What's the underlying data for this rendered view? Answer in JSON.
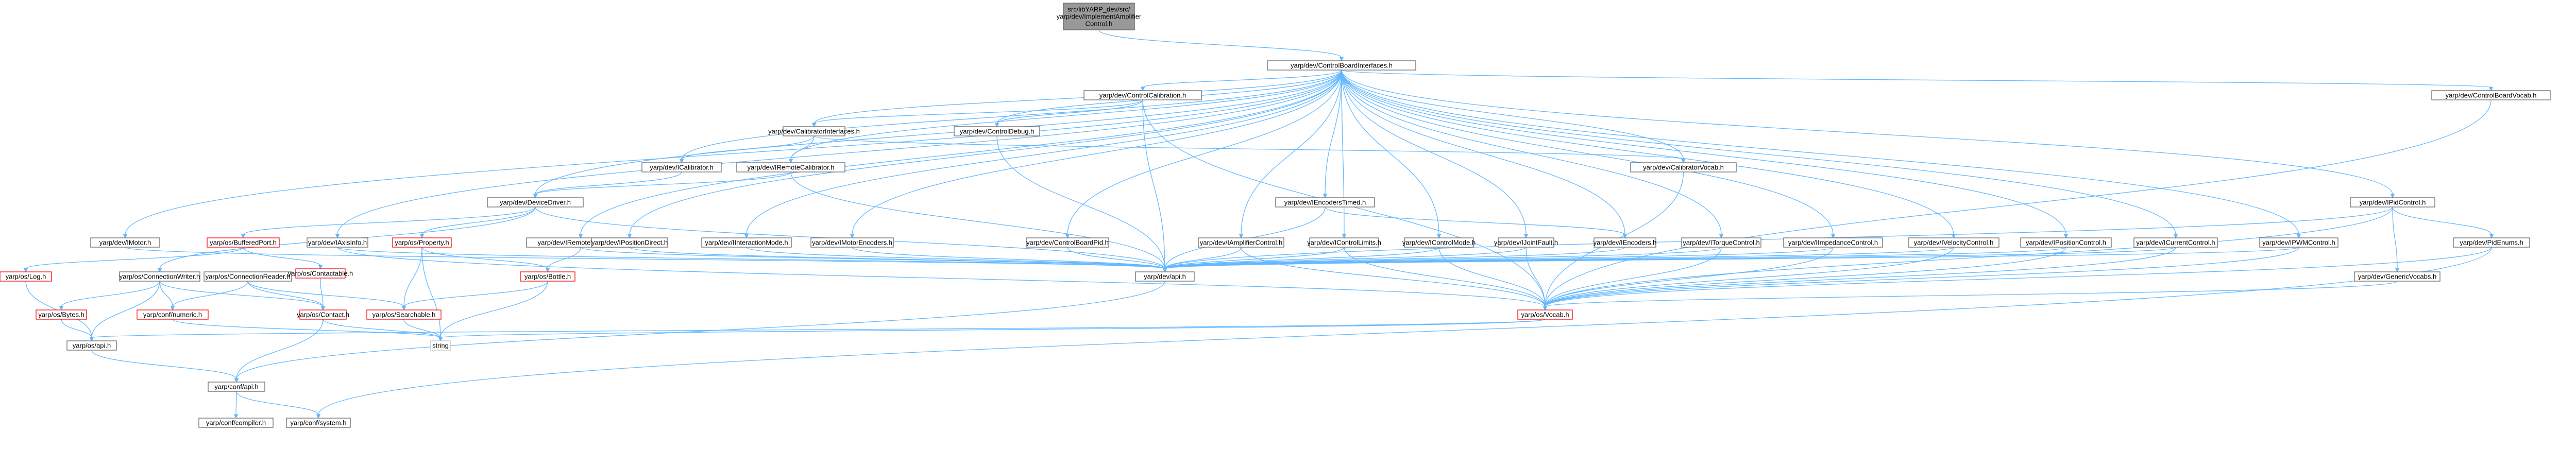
{
  "colors": {
    "edge": "#63b8ff",
    "root_fill": "#999999",
    "node_border": "#666666",
    "missing_border": "#bfbfbf",
    "incomplete_border": "#ff0000"
  },
  "nodes": [
    {
      "id": "root",
      "label": [
        "src/libYARP_dev/src/",
        "yarp/dev/ImplementAmplifier",
        "Control.h"
      ],
      "kind": "root"
    },
    {
      "id": "cbi",
      "label": [
        "yarp/dev/ControlBoardInterfaces.h"
      ],
      "kind": "plain"
    },
    {
      "id": "ccal",
      "label": [
        "yarp/dev/ControlCalibration.h"
      ],
      "kind": "plain"
    },
    {
      "id": "cbvocab",
      "label": [
        "yarp/dev/ControlBoardVocab.h"
      ],
      "kind": "plain"
    },
    {
      "id": "calif",
      "label": [
        "yarp/dev/CalibratorInterfaces.h"
      ],
      "kind": "plain"
    },
    {
      "id": "cdebug",
      "label": [
        "yarp/dev/ControlDebug.h"
      ],
      "kind": "plain"
    },
    {
      "id": "ical",
      "label": [
        "yarp/dev/ICalibrator.h"
      ],
      "kind": "plain"
    },
    {
      "id": "irc",
      "label": [
        "yarp/dev/IRemoteCalibrator.h"
      ],
      "kind": "plain"
    },
    {
      "id": "calvocab",
      "label": [
        "yarp/dev/CalibratorVocab.h"
      ],
      "kind": "plain"
    },
    {
      "id": "dd",
      "label": [
        "yarp/dev/DeviceDriver.h"
      ],
      "kind": "plain"
    },
    {
      "id": "encT",
      "label": [
        "yarp/dev/IEncodersTimed.h"
      ],
      "kind": "plain"
    },
    {
      "id": "pid",
      "label": [
        "yarp/dev/IPidControl.h"
      ],
      "kind": "plain"
    },
    {
      "id": "imotor",
      "label": [
        "yarp/dev/IMotor.h"
      ],
      "kind": "plain"
    },
    {
      "id": "bport",
      "label": [
        "yarp/os/BufferedPort.h"
      ],
      "kind": "red"
    },
    {
      "id": "iaxis",
      "label": [
        "yarp/dev/IAxisInfo.h"
      ],
      "kind": "plain"
    },
    {
      "id": "prop",
      "label": [
        "yarp/os/Property.h"
      ],
      "kind": "red"
    },
    {
      "id": "irv",
      "label": [
        "yarp/dev/IRemoteVariables.h"
      ],
      "kind": "plain"
    },
    {
      "id": "ipd",
      "label": [
        "yarp/dev/IPositionDirect.h"
      ],
      "kind": "plain"
    },
    {
      "id": "iim",
      "label": [
        "yarp/dev/IInteractionMode.h"
      ],
      "kind": "plain"
    },
    {
      "id": "ime",
      "label": [
        "yarp/dev/IMotorEncoders.h"
      ],
      "kind": "plain"
    },
    {
      "id": "cbpid",
      "label": [
        "yarp/dev/ControlBoardPid.h"
      ],
      "kind": "plain"
    },
    {
      "id": "iamp",
      "label": [
        "yarp/dev/IAmplifierControl.h"
      ],
      "kind": "plain"
    },
    {
      "id": "icl",
      "label": [
        "yarp/dev/IControlLimits.h"
      ],
      "kind": "plain"
    },
    {
      "id": "icm",
      "label": [
        "yarp/dev/IControlMode.h"
      ],
      "kind": "plain"
    },
    {
      "id": "ijf",
      "label": [
        "yarp/dev/IJointFault.h"
      ],
      "kind": "plain"
    },
    {
      "id": "ienc",
      "label": [
        "yarp/dev/IEncoders.h"
      ],
      "kind": "plain"
    },
    {
      "id": "itc",
      "label": [
        "yarp/dev/ITorqueControl.h"
      ],
      "kind": "plain"
    },
    {
      "id": "iic",
      "label": [
        "yarp/dev/IImpedanceControl.h"
      ],
      "kind": "plain"
    },
    {
      "id": "ivc",
      "label": [
        "yarp/dev/IVelocityControl.h"
      ],
      "kind": "plain"
    },
    {
      "id": "ipc",
      "label": [
        "yarp/dev/IPositionControl.h"
      ],
      "kind": "plain"
    },
    {
      "id": "icc",
      "label": [
        "yarp/dev/ICurrentControl.h"
      ],
      "kind": "plain"
    },
    {
      "id": "ipwm",
      "label": [
        "yarp/dev/IPWMControl.h"
      ],
      "kind": "plain"
    },
    {
      "id": "pidenums",
      "label": [
        "yarp/dev/PidEnums.h"
      ],
      "kind": "plain"
    },
    {
      "id": "log",
      "label": [
        "yarp/os/Log.h"
      ],
      "kind": "red"
    },
    {
      "id": "iconnw",
      "label": [
        "yarp/os/ConnectionWriter.h"
      ],
      "kind": "plain"
    },
    {
      "id": "iconnr",
      "label": [
        "yarp/os/ConnectionReader.h"
      ],
      "kind": "plain"
    },
    {
      "id": "contactable",
      "label": [
        "yarp/os/Contactable.h"
      ],
      "kind": "red"
    },
    {
      "id": "bottle",
      "label": [
        "yarp/os/Bottle.h"
      ],
      "kind": "red"
    },
    {
      "id": "devapi",
      "label": [
        "yarp/dev/api.h"
      ],
      "kind": "plain"
    },
    {
      "id": "genvocabs",
      "label": [
        "yarp/dev/GenericVocabs.h"
      ],
      "kind": "plain"
    },
    {
      "id": "bytes",
      "label": [
        "yarp/os/Bytes.h"
      ],
      "kind": "red"
    },
    {
      "id": "cenums",
      "label": [
        "yarp/conf/numeric.h"
      ],
      "kind": "red"
    },
    {
      "id": "contact",
      "label": [
        "yarp/os/Contact.h"
      ],
      "kind": "red"
    },
    {
      "id": "searchable",
      "label": [
        "yarp/os/Searchable.h"
      ],
      "kind": "red"
    },
    {
      "id": "vocab",
      "label": [
        "yarp/os/Vocab.h"
      ],
      "kind": "red"
    },
    {
      "id": "string",
      "label": [
        "string"
      ],
      "kind": "missing"
    },
    {
      "id": "osapi",
      "label": [
        "yarp/os/api.h"
      ],
      "kind": "plain"
    },
    {
      "id": "confapi",
      "label": [
        "yarp/conf/api.h"
      ],
      "kind": "plain"
    },
    {
      "id": "compiler",
      "label": [
        "yarp/conf/compiler.h"
      ],
      "kind": "plain"
    },
    {
      "id": "system",
      "label": [
        "yarp/conf/system.h"
      ],
      "kind": "plain"
    }
  ]
}
